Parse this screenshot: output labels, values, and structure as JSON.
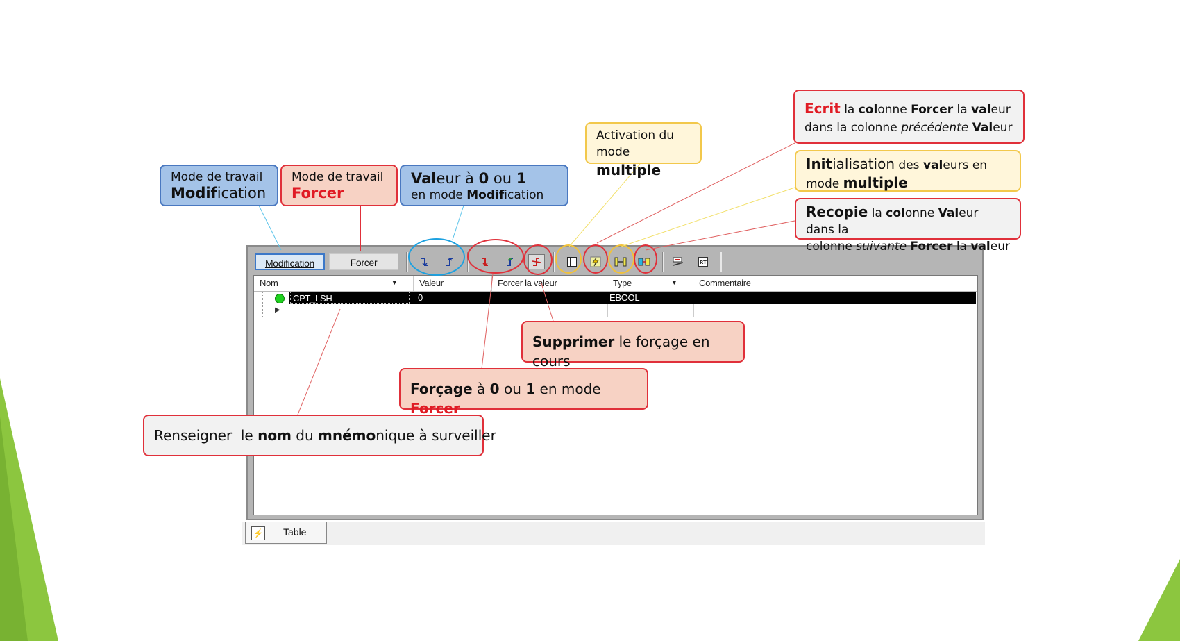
{
  "toolbar": {
    "modification_label": "Modification",
    "forcer_label": "Forcer"
  },
  "icons": {
    "falling_edge": "falling-edge-icon",
    "rising_edge": "rising-edge-icon",
    "force_zero": "force-zero-icon",
    "force_one": "force-one-icon",
    "unforce": "unforce-icon",
    "multi_mode": "grid-icon",
    "write": "lightning-icon",
    "init": "init-values-icon",
    "copy": "copy-values-icon"
  },
  "table": {
    "columns": [
      "Nom",
      "Valeur",
      "Forcer la valeur",
      "Type",
      "Commentaire"
    ],
    "rows": [
      {
        "nom": "CPT_LSH",
        "valeur": "0",
        "forcer": "",
        "type": "EBOOL",
        "commentaire": ""
      }
    ]
  },
  "tab": {
    "label": "Table"
  },
  "callouts": {
    "mod_line1": "Mode de travail",
    "mod_line2_bold": "Modif",
    "mod_line2_rest": "ication",
    "forcer_line1": "Mode de travail",
    "forcer_line2": "Forcer",
    "valeur_b1": "Val",
    "valeur_r1": "eur à ",
    "valeur_b2": "0",
    "valeur_r2": " ou ",
    "valeur_b3": "1",
    "valeur_line2a": "en mode ",
    "valeur_line2b": "Modif",
    "valeur_line2c": "ication",
    "activation_line1": "Activation du",
    "activation_line2a": "mode ",
    "activation_line2b": "multiple",
    "ecrit_r": "Ecrit",
    "ecrit_1": " la ",
    "ecrit_2": "col",
    "ecrit_3": "onne ",
    "ecrit_4": "Forcer",
    "ecrit_5": " la ",
    "ecrit_6": "val",
    "ecrit_7": "eur",
    "ecrit_l2a": "dans la colonne ",
    "ecrit_l2b": "précédente",
    "ecrit_l2c": " ",
    "ecrit_l2d": "Val",
    "ecrit_l2e": "eur",
    "init_1": "Init",
    "init_2": "ialisation",
    "init_3": " des ",
    "init_4": "val",
    "init_5": "eurs en",
    "init_l2a": "mode ",
    "init_l2b": "multiple",
    "recopie_1": "Recopie",
    "recopie_2": " la ",
    "recopie_3": "col",
    "recopie_4": "onne ",
    "recopie_5": "Val",
    "recopie_6": "eur dans la",
    "recopie_l2a": "colonne ",
    "recopie_l2b": "suivante",
    "recopie_l2c": " ",
    "recopie_l2d": "Forcer",
    "recopie_l2e": " la ",
    "recopie_l2f": "val",
    "recopie_l2g": "eur",
    "supprimer_b": "Supprimer",
    "supprimer_rest": " le forçage en cours",
    "forcage_1": "Forçage",
    "forcage_2": " à ",
    "forcage_3": "0",
    "forcage_4": " ou ",
    "forcage_5": "1",
    "forcage_6": " en mode ",
    "forcage_7": "Forcer",
    "renseigner_1": "Renseigner  le ",
    "renseigner_2": "nom",
    "renseigner_3": " du ",
    "renseigner_4": "mnémo",
    "renseigner_5": "nique à surveiller"
  },
  "colors": {
    "blue_fill": "#a4c3e8",
    "red_border": "#e0303a",
    "yellow_border": "#f2c84b",
    "accent_red": "#e01b24"
  }
}
